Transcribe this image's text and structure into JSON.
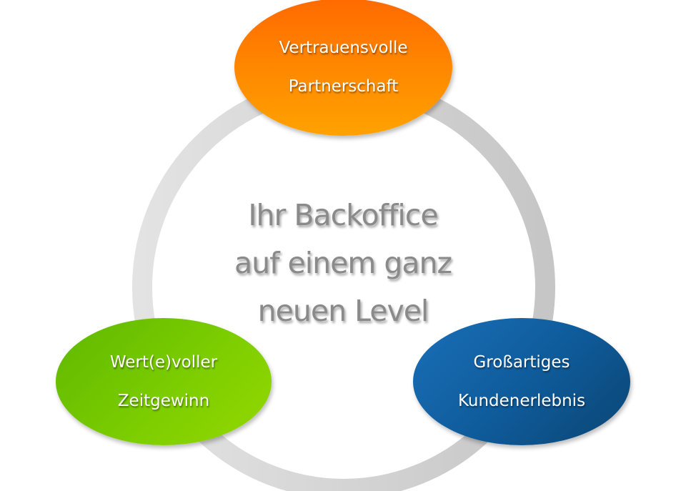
{
  "diagram": {
    "type": "cycle",
    "center": {
      "lines": [
        "Ihr Backoffice",
        "auf einem ganz",
        "neuen Level"
      ]
    },
    "nodes": [
      {
        "id": "top",
        "lines": [
          "Vertrauensvolle",
          "Partnerschaft"
        ],
        "color": "#ff7a00"
      },
      {
        "id": "left",
        "lines": [
          "Wert(e)voller",
          "Zeitgewinn"
        ],
        "color": "#7ccd00"
      },
      {
        "id": "right",
        "lines": [
          "Großartiges",
          "Kundenerlebnis"
        ],
        "color": "#0f5c9c"
      }
    ],
    "ring": {
      "color_light": "#e2e2e2",
      "color_dark": "#c8c8c8"
    }
  }
}
